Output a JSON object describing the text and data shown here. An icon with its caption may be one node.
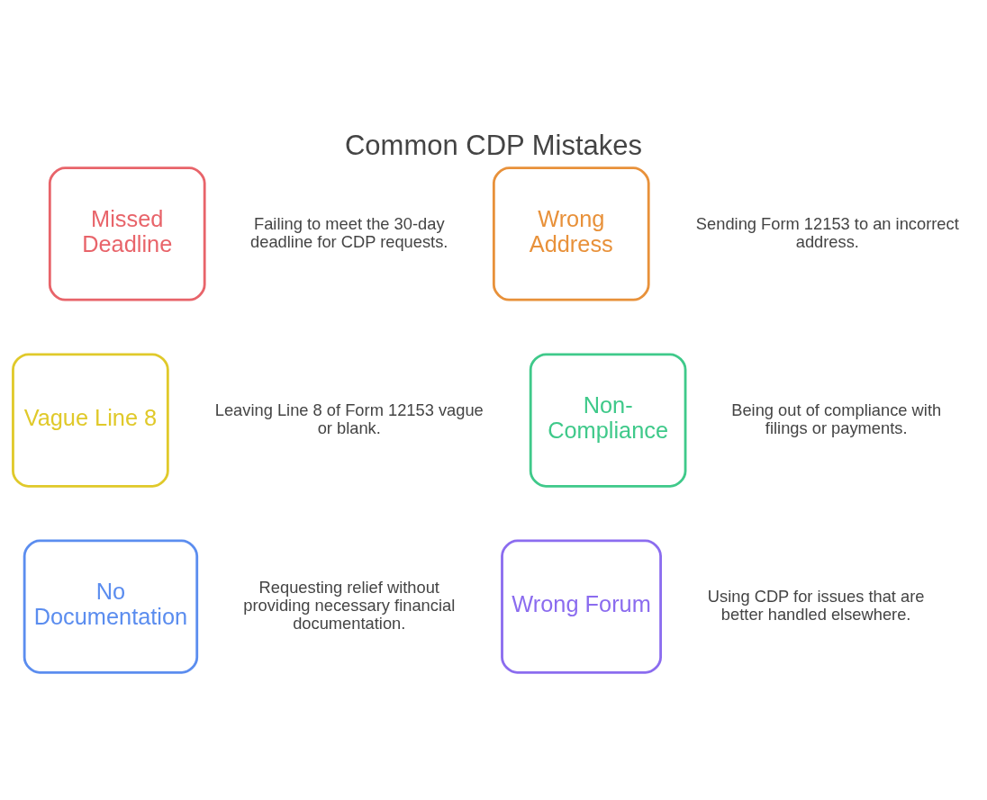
{
  "diagram": {
    "title": "Common CDP Mistakes",
    "nodes": [
      {
        "text": [
          "Missed Deadline"
        ],
        "beside": [
          "Failing to meet the 30-day deadline for CDP requests."
        ]
      },
      {
        "text": [
          "Wrong Address"
        ],
        "beside": [
          "Sending Form 12153 to an incorrect address."
        ]
      },
      {
        "text": [
          "Vague Line 8"
        ],
        "beside": [
          "Leaving Line 8 of Form 12153 vague or blank."
        ]
      },
      {
        "text": [
          "Non-Compliance"
        ],
        "beside": [
          "Being out of compliance with filings or payments."
        ]
      },
      {
        "text": [
          "No Documentation"
        ],
        "beside": [
          "Requesting relief without providing necessary financial documentation."
        ]
      },
      {
        "text": [
          "Wrong Forum"
        ],
        "beside": [
          "Using CDP for issues that are better handled elsewhere."
        ]
      }
    ],
    "edges": []
  }
}
